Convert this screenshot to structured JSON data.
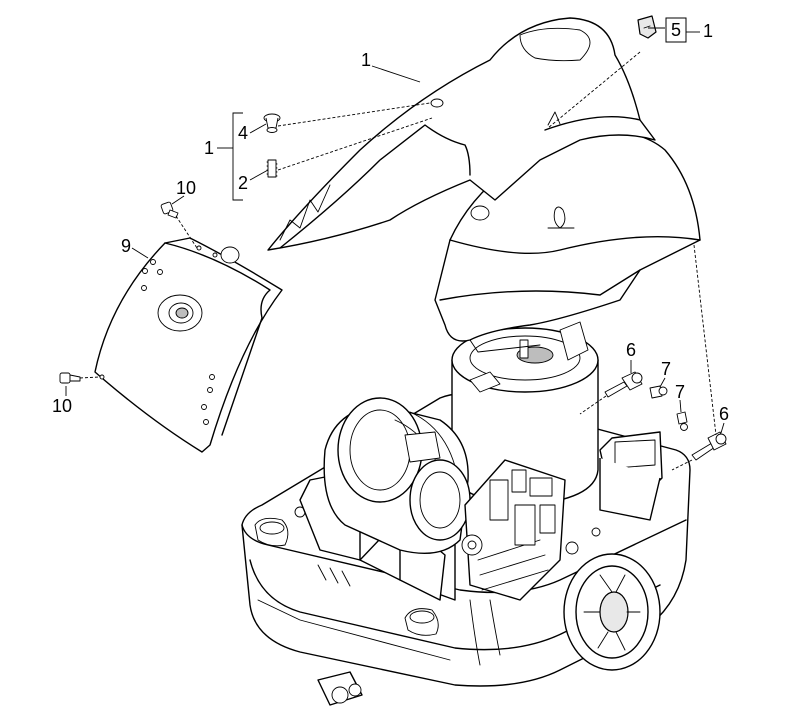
{
  "callouts": {
    "hood_front": "1",
    "clip": "5",
    "clip_group": "1",
    "group_left": "1",
    "plug": "4",
    "spring": "2",
    "screw_top": "10",
    "panel": "9",
    "screw_bottom": "10",
    "elbow_upper": "6",
    "nipple_upper": "7",
    "nipple_lower": "7",
    "elbow_lower": "6"
  }
}
